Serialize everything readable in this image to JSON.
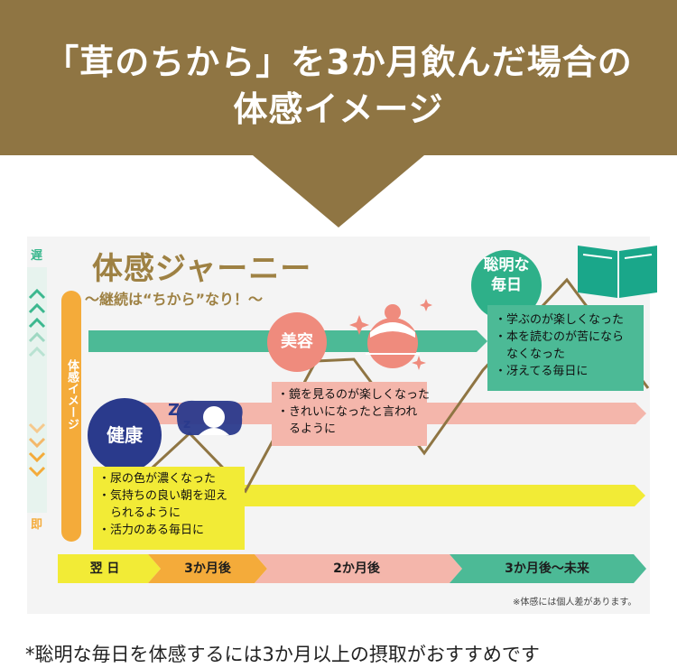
{
  "header": {
    "title_line1": "「茸のちから」を3か月飲んだ場合の",
    "title_line2": "体感イメージ",
    "bg_color": "#8f7543"
  },
  "journey": {
    "title": "体感ジャーニー",
    "subtitle": "〜継続は“ちから”なり！〜"
  },
  "side_axis": {
    "top_label": "遅",
    "bottom_label": "即",
    "bar_label": "体感イメージ"
  },
  "stages": {
    "kenko": {
      "label": "健康",
      "color": "#2a3a8c",
      "items": [
        "・尿の色が濃くなった",
        "・気持ちの良い朝を迎え",
        "　られるように",
        "・活力のある毎日に"
      ]
    },
    "biyo": {
      "label": "美容",
      "color": "#ef8b7d",
      "items": [
        "・鏡を見るのが楽しくなった",
        "・きれいになったと言われ",
        "　るように"
      ]
    },
    "somei": {
      "label_line1": "聡明な",
      "label_line2": "毎日",
      "color": "#2eb089",
      "items": [
        "・学ぶのが楽しくなった",
        "・本を読むのが苦になら",
        "　なくなった",
        "・冴えてる毎日に"
      ]
    }
  },
  "timeline": {
    "labels": [
      "翌 日",
      "3か月後",
      "2か月後",
      "3か月後〜未来"
    ],
    "colors": [
      "#f2eb36",
      "#f4ab3a",
      "#f4b6ab",
      "#4cba96"
    ]
  },
  "note": "※体感には個人差があります。",
  "footer": "*聡明な毎日を体感するには3か月以上の摂取がおすすめです",
  "icons": [
    "sleep-pillow-icon",
    "face-mask-icon",
    "open-book-icon",
    "sparkle-icon"
  ]
}
